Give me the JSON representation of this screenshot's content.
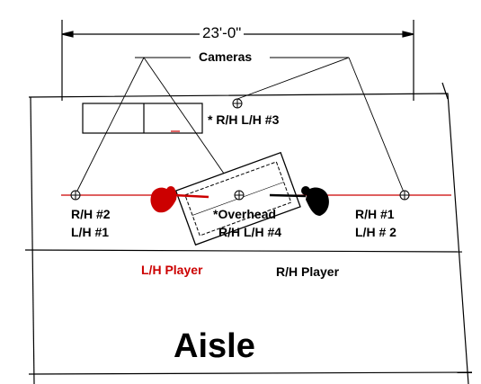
{
  "dimension": "23'-0\"",
  "labels": {
    "cameras": "Cameras",
    "camera_back": "* R/H L/H #3",
    "camera_left_line1": "R/H #2",
    "camera_left_line2": "L/H #1",
    "camera_overhead_line1": "*Overhead",
    "camera_overhead_line2": "R/H L/H #4",
    "camera_right_line1": "R/H #1",
    "camera_right_line2": "L/H # 2",
    "lh_player": "L/H Player",
    "rh_player": "R/H Player",
    "aisle": "Aisle"
  },
  "colors": {
    "lh_player": "#cc0000",
    "rh_player": "#000000",
    "play_line": "#cc0000"
  }
}
